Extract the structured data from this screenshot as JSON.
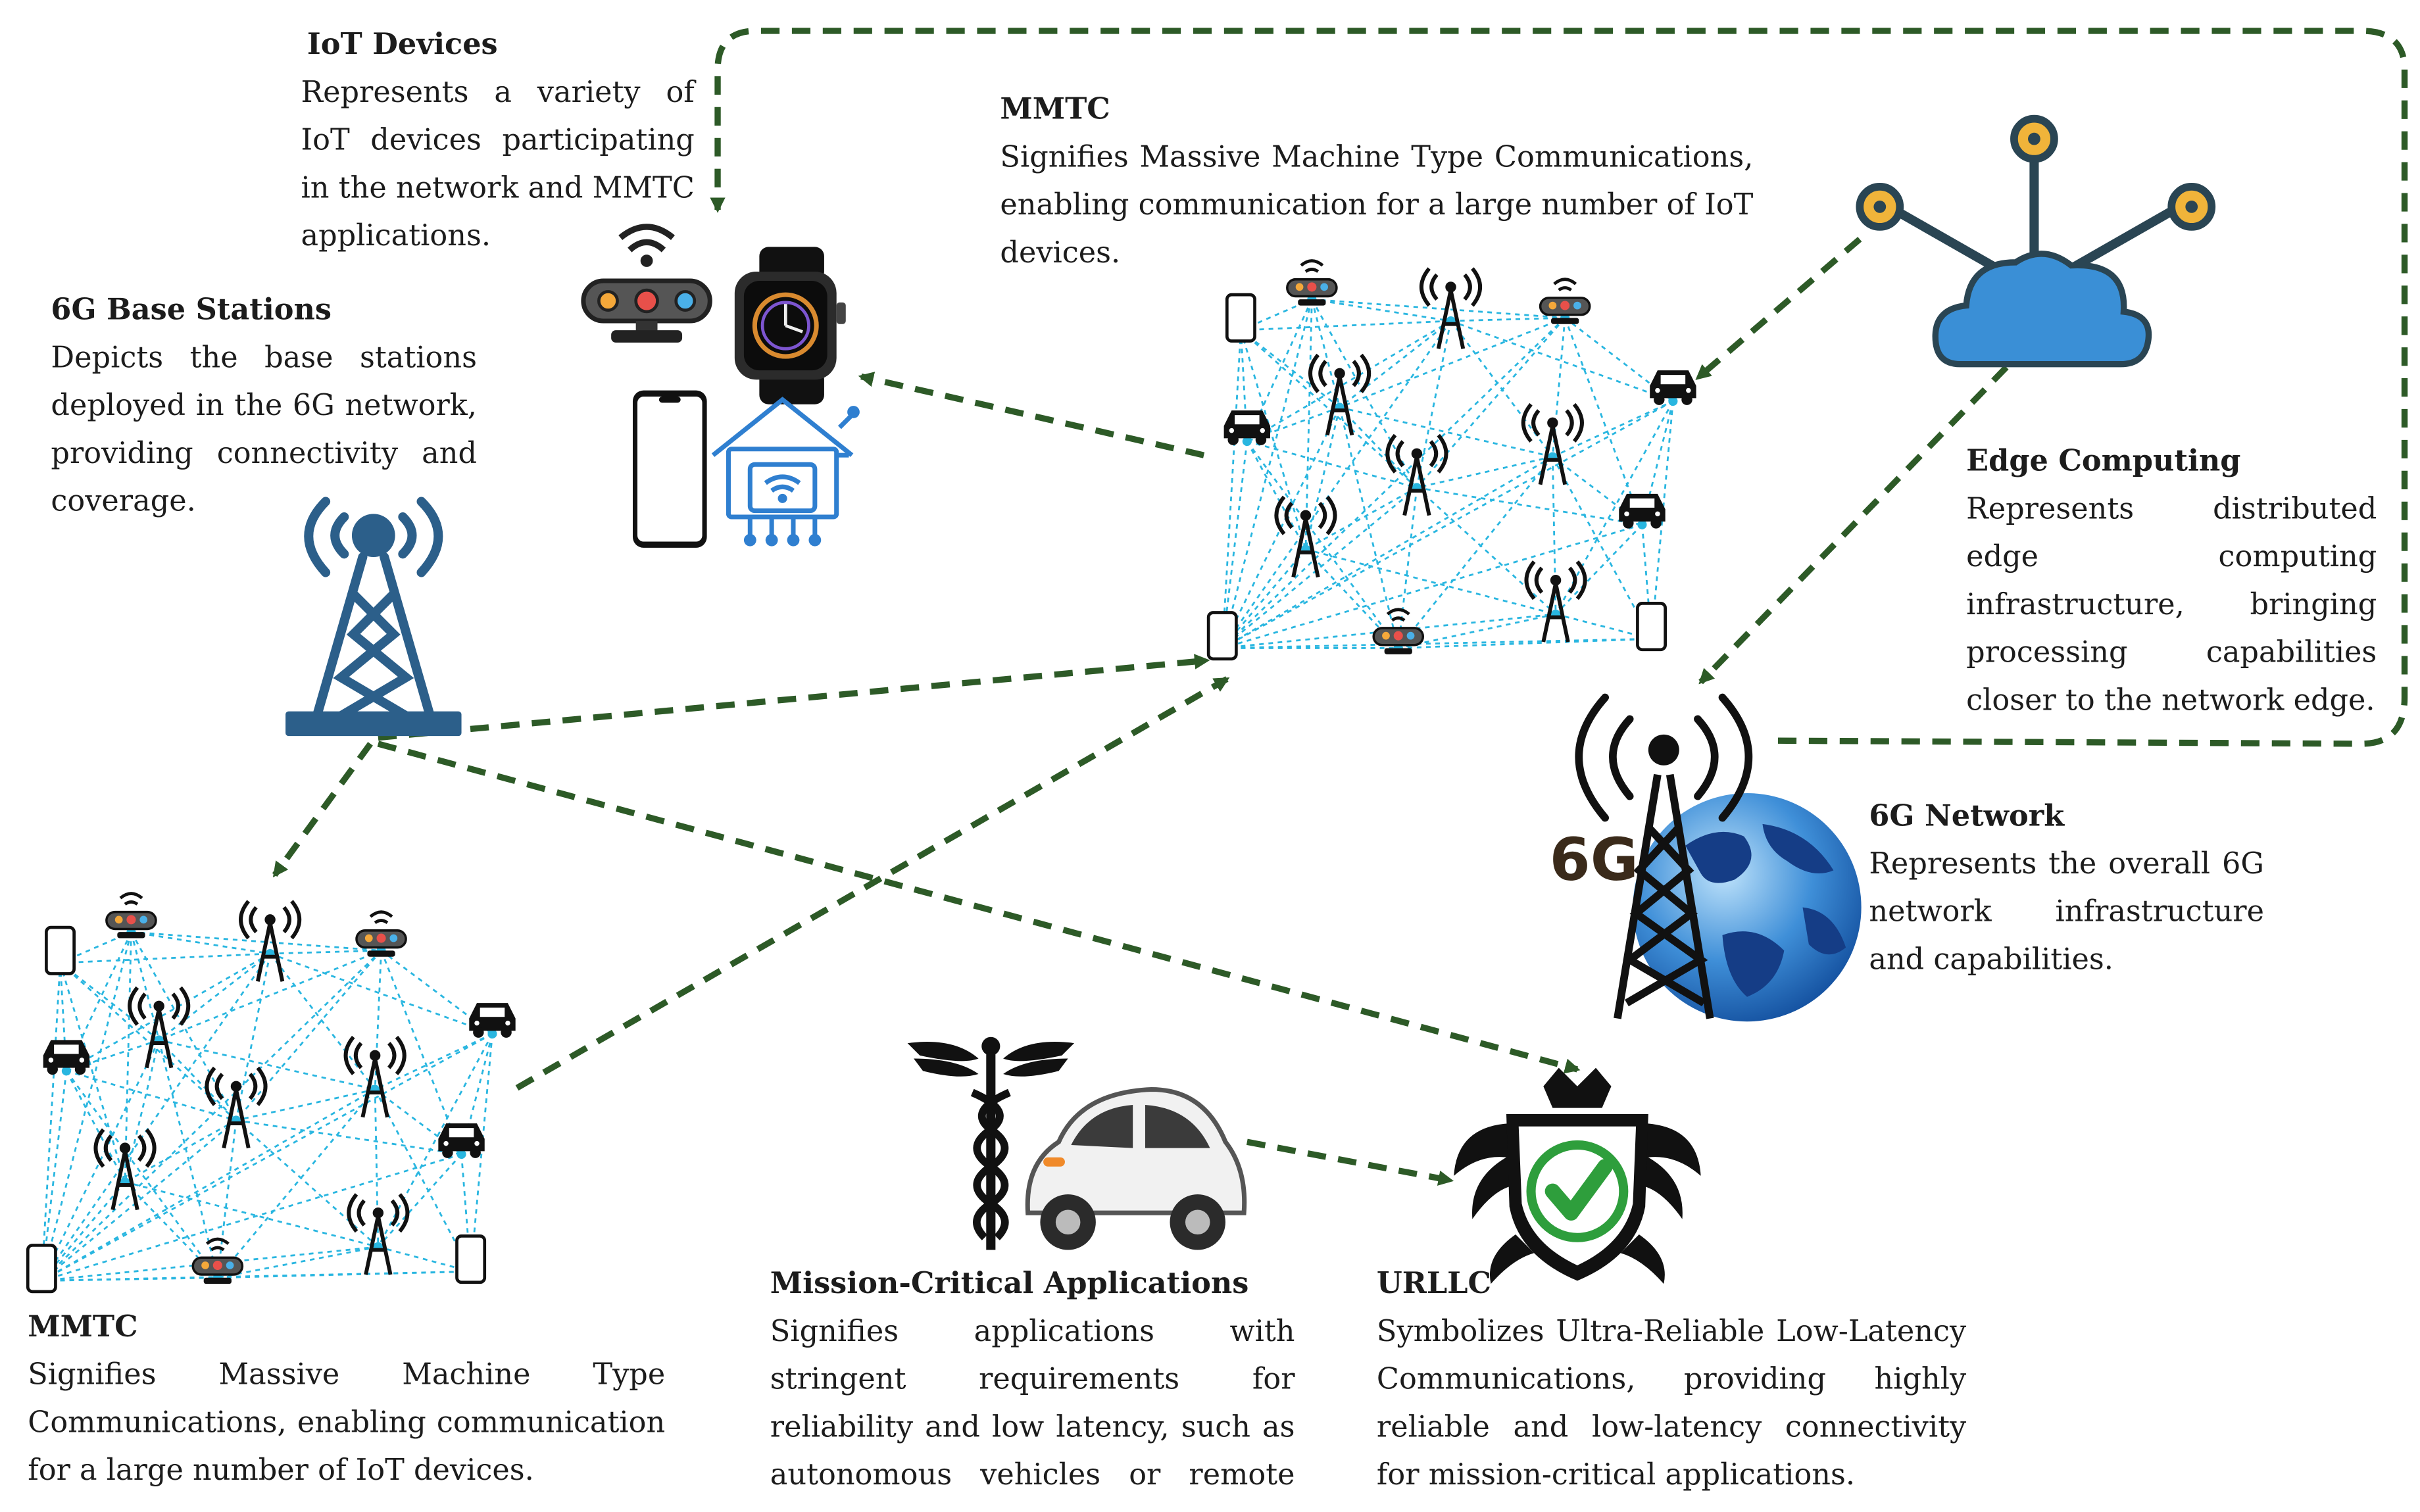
{
  "diagram": {
    "blocks": {
      "iot_devices": {
        "title": "IoT Devices",
        "text": "Represents a variety of IoT devices participating in the network and MMTC applications."
      },
      "base_stations": {
        "title": "6G Base Stations",
        "text": "Depicts the base stations deployed in the 6G network, providing connectivity and coverage."
      },
      "mmtc_top": {
        "title": "MMTC",
        "text": "Signifies Massive Machine Type Communications, enabling communication for a large number of IoT devices."
      },
      "edge_computing": {
        "title": "Edge Computing",
        "text": "Represents distributed edge computing infrastructure, bringing processing capabilities closer to the network edge."
      },
      "network_6g": {
        "title": "6G Network",
        "text": "Represents the overall 6G network infrastructure and capabilities."
      },
      "mmtc_bottom": {
        "title": "MMTC",
        "text": "Signifies Massive Machine Type Communications, enabling communication for a large number of IoT devices."
      },
      "mission_critical": {
        "title": "Mission-Critical Applications",
        "text": "Signifies applications with stringent requirements for reliability and low latency, such as autonomous vehicles or remote surgery."
      },
      "urllc": {
        "title": "URLLC",
        "text": "Symbolizes Ultra-Reliable Low-Latency Communications, providing highly reliable and low-latency connectivity for mission-critical applications."
      }
    },
    "globe_label": "6G",
    "icons": [
      "sensor-camera-icon",
      "smartwatch-icon",
      "smartphone-icon",
      "smart-home-icon",
      "cell-tower-icon",
      "car-icon",
      "cloud-icon",
      "globe-icon",
      "caduceus-icon",
      "car-icon",
      "shield-check-icon"
    ],
    "colors": {
      "arrow": "#2d5a27",
      "mesh": "#29b6e0",
      "tower": "#2c5f8a",
      "cloud": "#3a8fd6",
      "shield_check": "#2e9e3c"
    }
  }
}
